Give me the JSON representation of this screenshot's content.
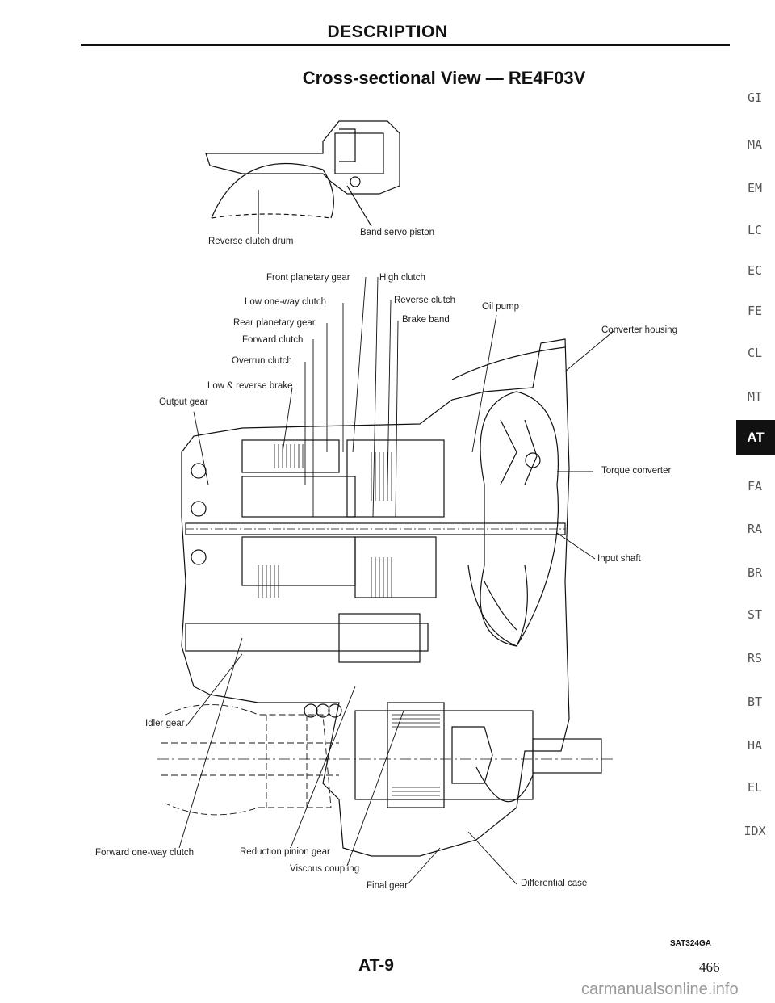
{
  "header": {
    "section_title": "DESCRIPTION"
  },
  "figure": {
    "title": "Cross-sectional View — RE4F03V",
    "code": "SAT324GA",
    "labels": {
      "reverse_clutch_drum": "Reverse clutch drum",
      "band_servo_piston": "Band servo piston",
      "front_planetary_gear": "Front planetary gear",
      "high_clutch": "High clutch",
      "low_one_way_clutch": "Low one-way clutch",
      "reverse_clutch": "Reverse clutch",
      "oil_pump": "Oil pump",
      "rear_planetary_gear": "Rear planetary gear",
      "brake_band": "Brake band",
      "forward_clutch": "Forward clutch",
      "converter_housing": "Converter housing",
      "overrun_clutch": "Overrun clutch",
      "low_reverse_brake": "Low & reverse brake",
      "output_gear": "Output gear",
      "torque_converter": "Torque converter",
      "input_shaft": "Input shaft",
      "idler_gear": "Idler gear",
      "forward_one_way_clutch": "Forward one-way clutch",
      "reduction_pinion_gear": "Reduction pinion gear",
      "viscous_coupling": "Viscous coupling",
      "final_gear": "Final gear",
      "differential_case": "Differential case"
    }
  },
  "side_tabs": [
    {
      "label": "GI",
      "active": false
    },
    {
      "label": "MA",
      "active": false
    },
    {
      "label": "EM",
      "active": false
    },
    {
      "label": "LC",
      "active": false
    },
    {
      "label": "EC",
      "active": false
    },
    {
      "label": "FE",
      "active": false
    },
    {
      "label": "CL",
      "active": false
    },
    {
      "label": "MT",
      "active": false
    },
    {
      "label": "AT",
      "active": true
    },
    {
      "label": "FA",
      "active": false
    },
    {
      "label": "RA",
      "active": false
    },
    {
      "label": "BR",
      "active": false
    },
    {
      "label": "ST",
      "active": false
    },
    {
      "label": "RS",
      "active": false
    },
    {
      "label": "BT",
      "active": false
    },
    {
      "label": "HA",
      "active": false
    },
    {
      "label": "EL",
      "active": false
    },
    {
      "label": "IDX",
      "active": false
    }
  ],
  "footer": {
    "page_id": "AT-9",
    "page_number": "466",
    "watermark": "carmanualsonline.info"
  }
}
